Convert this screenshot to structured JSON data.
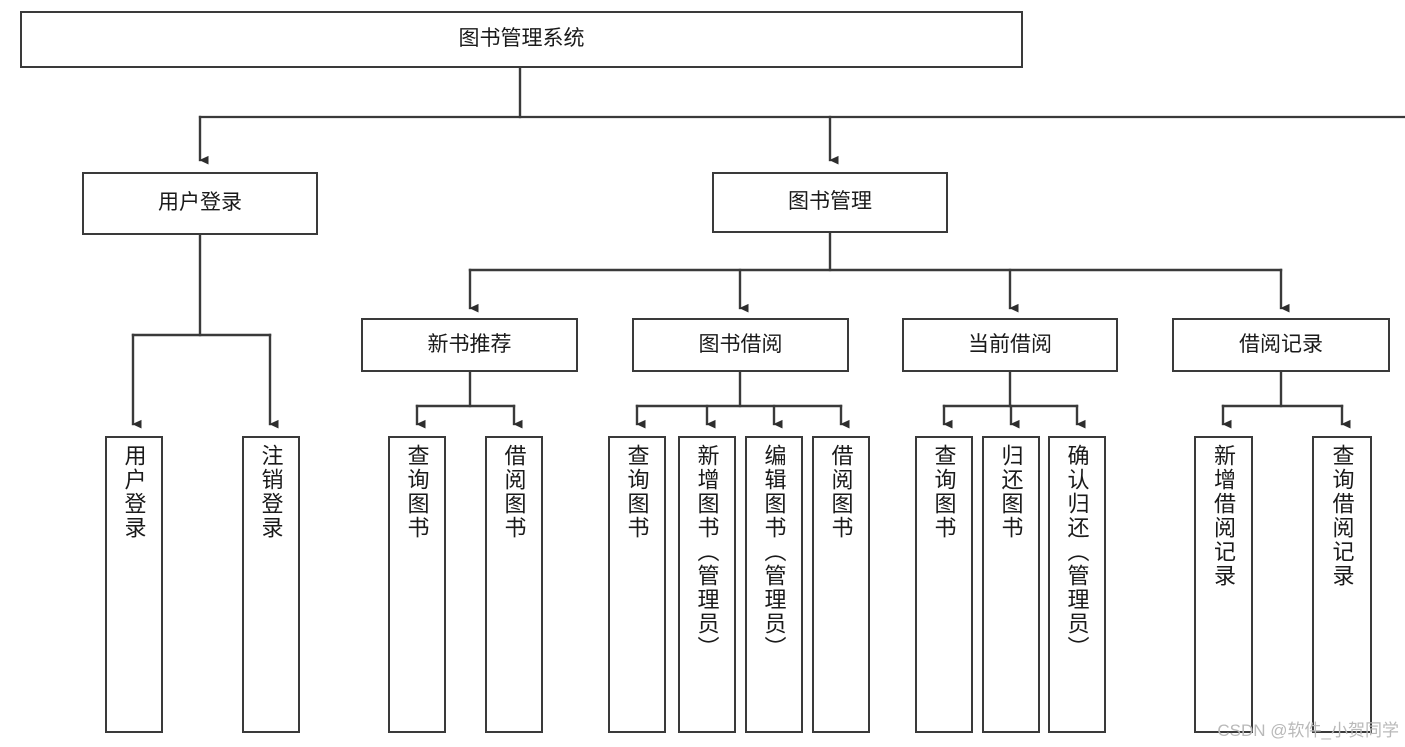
{
  "diagram": {
    "type": "tree-hierarchy-chart",
    "title": "图书管理系统",
    "watermark": "CSDN @软件_小贺同学",
    "colors": {
      "box_border": "#3a3a3a",
      "box_fill": "#ffffff",
      "edge": "#3a3a3a",
      "text": "#1a1a1a",
      "watermark": "#b9b9b9"
    },
    "levels": {
      "root": "图书管理系统",
      "level2": [
        "用户登录",
        "图书管理"
      ],
      "level3": [
        "新书推荐",
        "图书借阅",
        "当前借阅",
        "借阅记录"
      ]
    },
    "nodes": {
      "root": {
        "label": "图书管理系统"
      },
      "user_login": {
        "label": "用户登录"
      },
      "book_manage": {
        "label": "图书管理"
      },
      "new_book_rec": {
        "label": "新书推荐"
      },
      "book_borrow": {
        "label": "图书借阅"
      },
      "current_borrow": {
        "label": "当前借阅"
      },
      "borrow_record": {
        "label": "借阅记录"
      },
      "leaf_user_login": {
        "label": "用户登录"
      },
      "leaf_user_logout": {
        "label": "注销登录"
      },
      "leaf_rec_query": {
        "label": "查询图书"
      },
      "leaf_rec_borrow": {
        "label": "借阅图书"
      },
      "leaf_bb_query": {
        "label": "查询图书"
      },
      "leaf_bb_add": {
        "label": "新增图书（管理员）"
      },
      "leaf_bb_edit": {
        "label": "编辑图书（管理员）"
      },
      "leaf_bb_borrow": {
        "label": "借阅图书"
      },
      "leaf_cb_query": {
        "label": "查询图书"
      },
      "leaf_cb_return": {
        "label": "归还图书"
      },
      "leaf_cb_confirm": {
        "label": "确认归还（管理员）"
      },
      "leaf_br_add": {
        "label": "新增借阅记录"
      },
      "leaf_br_query": {
        "label": "查询借阅记录"
      }
    }
  }
}
